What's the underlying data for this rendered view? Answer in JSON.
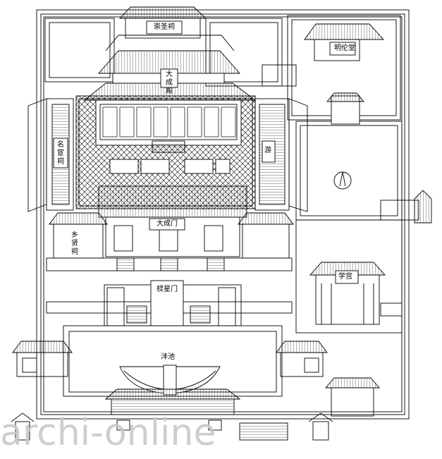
{
  "labels": {
    "chongsheng_ci": "崇圣祠",
    "minglun_tang": "明伦堂",
    "dacheng_dian": "大成殿",
    "dacheng_men": "大成门",
    "xiang_ci": "乡贤祠",
    "lingxing_men": "棂星门",
    "pan_chi": "泮池",
    "xue_gong": "学宫",
    "side_left": "名宦祠",
    "side_right": "游"
  },
  "watermark": "archi-online",
  "colors": {
    "line": "#000000",
    "watermark": "#c9c9c9"
  }
}
